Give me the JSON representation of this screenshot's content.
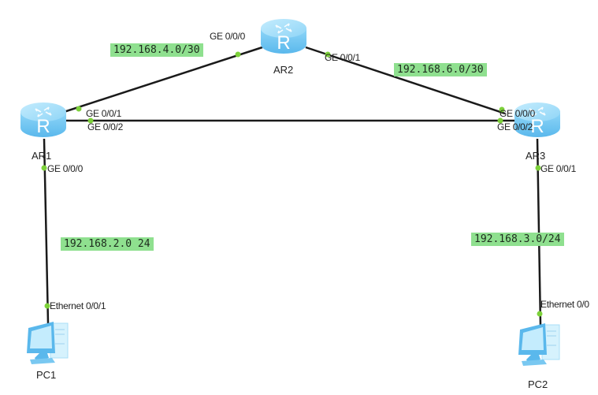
{
  "topology": {
    "devices": [
      {
        "id": "AR1",
        "label": "AR1",
        "type": "router",
        "icon": "router-icon"
      },
      {
        "id": "AR2",
        "label": "AR2",
        "type": "router",
        "icon": "router-icon"
      },
      {
        "id": "AR3",
        "label": "AR3",
        "type": "router",
        "icon": "router-icon"
      },
      {
        "id": "PC1",
        "label": "PC1",
        "type": "pc",
        "icon": "pc-icon"
      },
      {
        "id": "PC2",
        "label": "PC2",
        "type": "pc",
        "icon": "pc-icon"
      }
    ],
    "links": [
      {
        "from": "AR1",
        "from_port": "GE 0/0/1",
        "to": "AR2",
        "to_port": "GE 0/0/0",
        "network": "192.168.4.0/30"
      },
      {
        "from": "AR2",
        "from_port": "GE 0/0/1",
        "to": "AR3",
        "to_port": "GE 0/0/0",
        "network": "192.168.6.0/30"
      },
      {
        "from": "AR1",
        "from_port": "GE 0/0/2",
        "to": "AR3",
        "to_port": "GE 0/0/2",
        "network": ""
      },
      {
        "from": "AR1",
        "from_port": "GE 0/0/0",
        "to": "PC1",
        "to_port": "Ethernet 0/0/1",
        "network": "192.168.2.0 24"
      },
      {
        "from": "AR3",
        "from_port": "GE 0/0/1",
        "to": "PC2",
        "to_port": "Ethernet 0/0",
        "network": "192.168.3.0/24"
      }
    ]
  },
  "colors": {
    "link": "#1a1a1a",
    "port_dot": "#7dd13a",
    "router_body": "#7ecbf2",
    "router_top": "#a9e0fb",
    "network_label_bg": "#8fe08f"
  }
}
